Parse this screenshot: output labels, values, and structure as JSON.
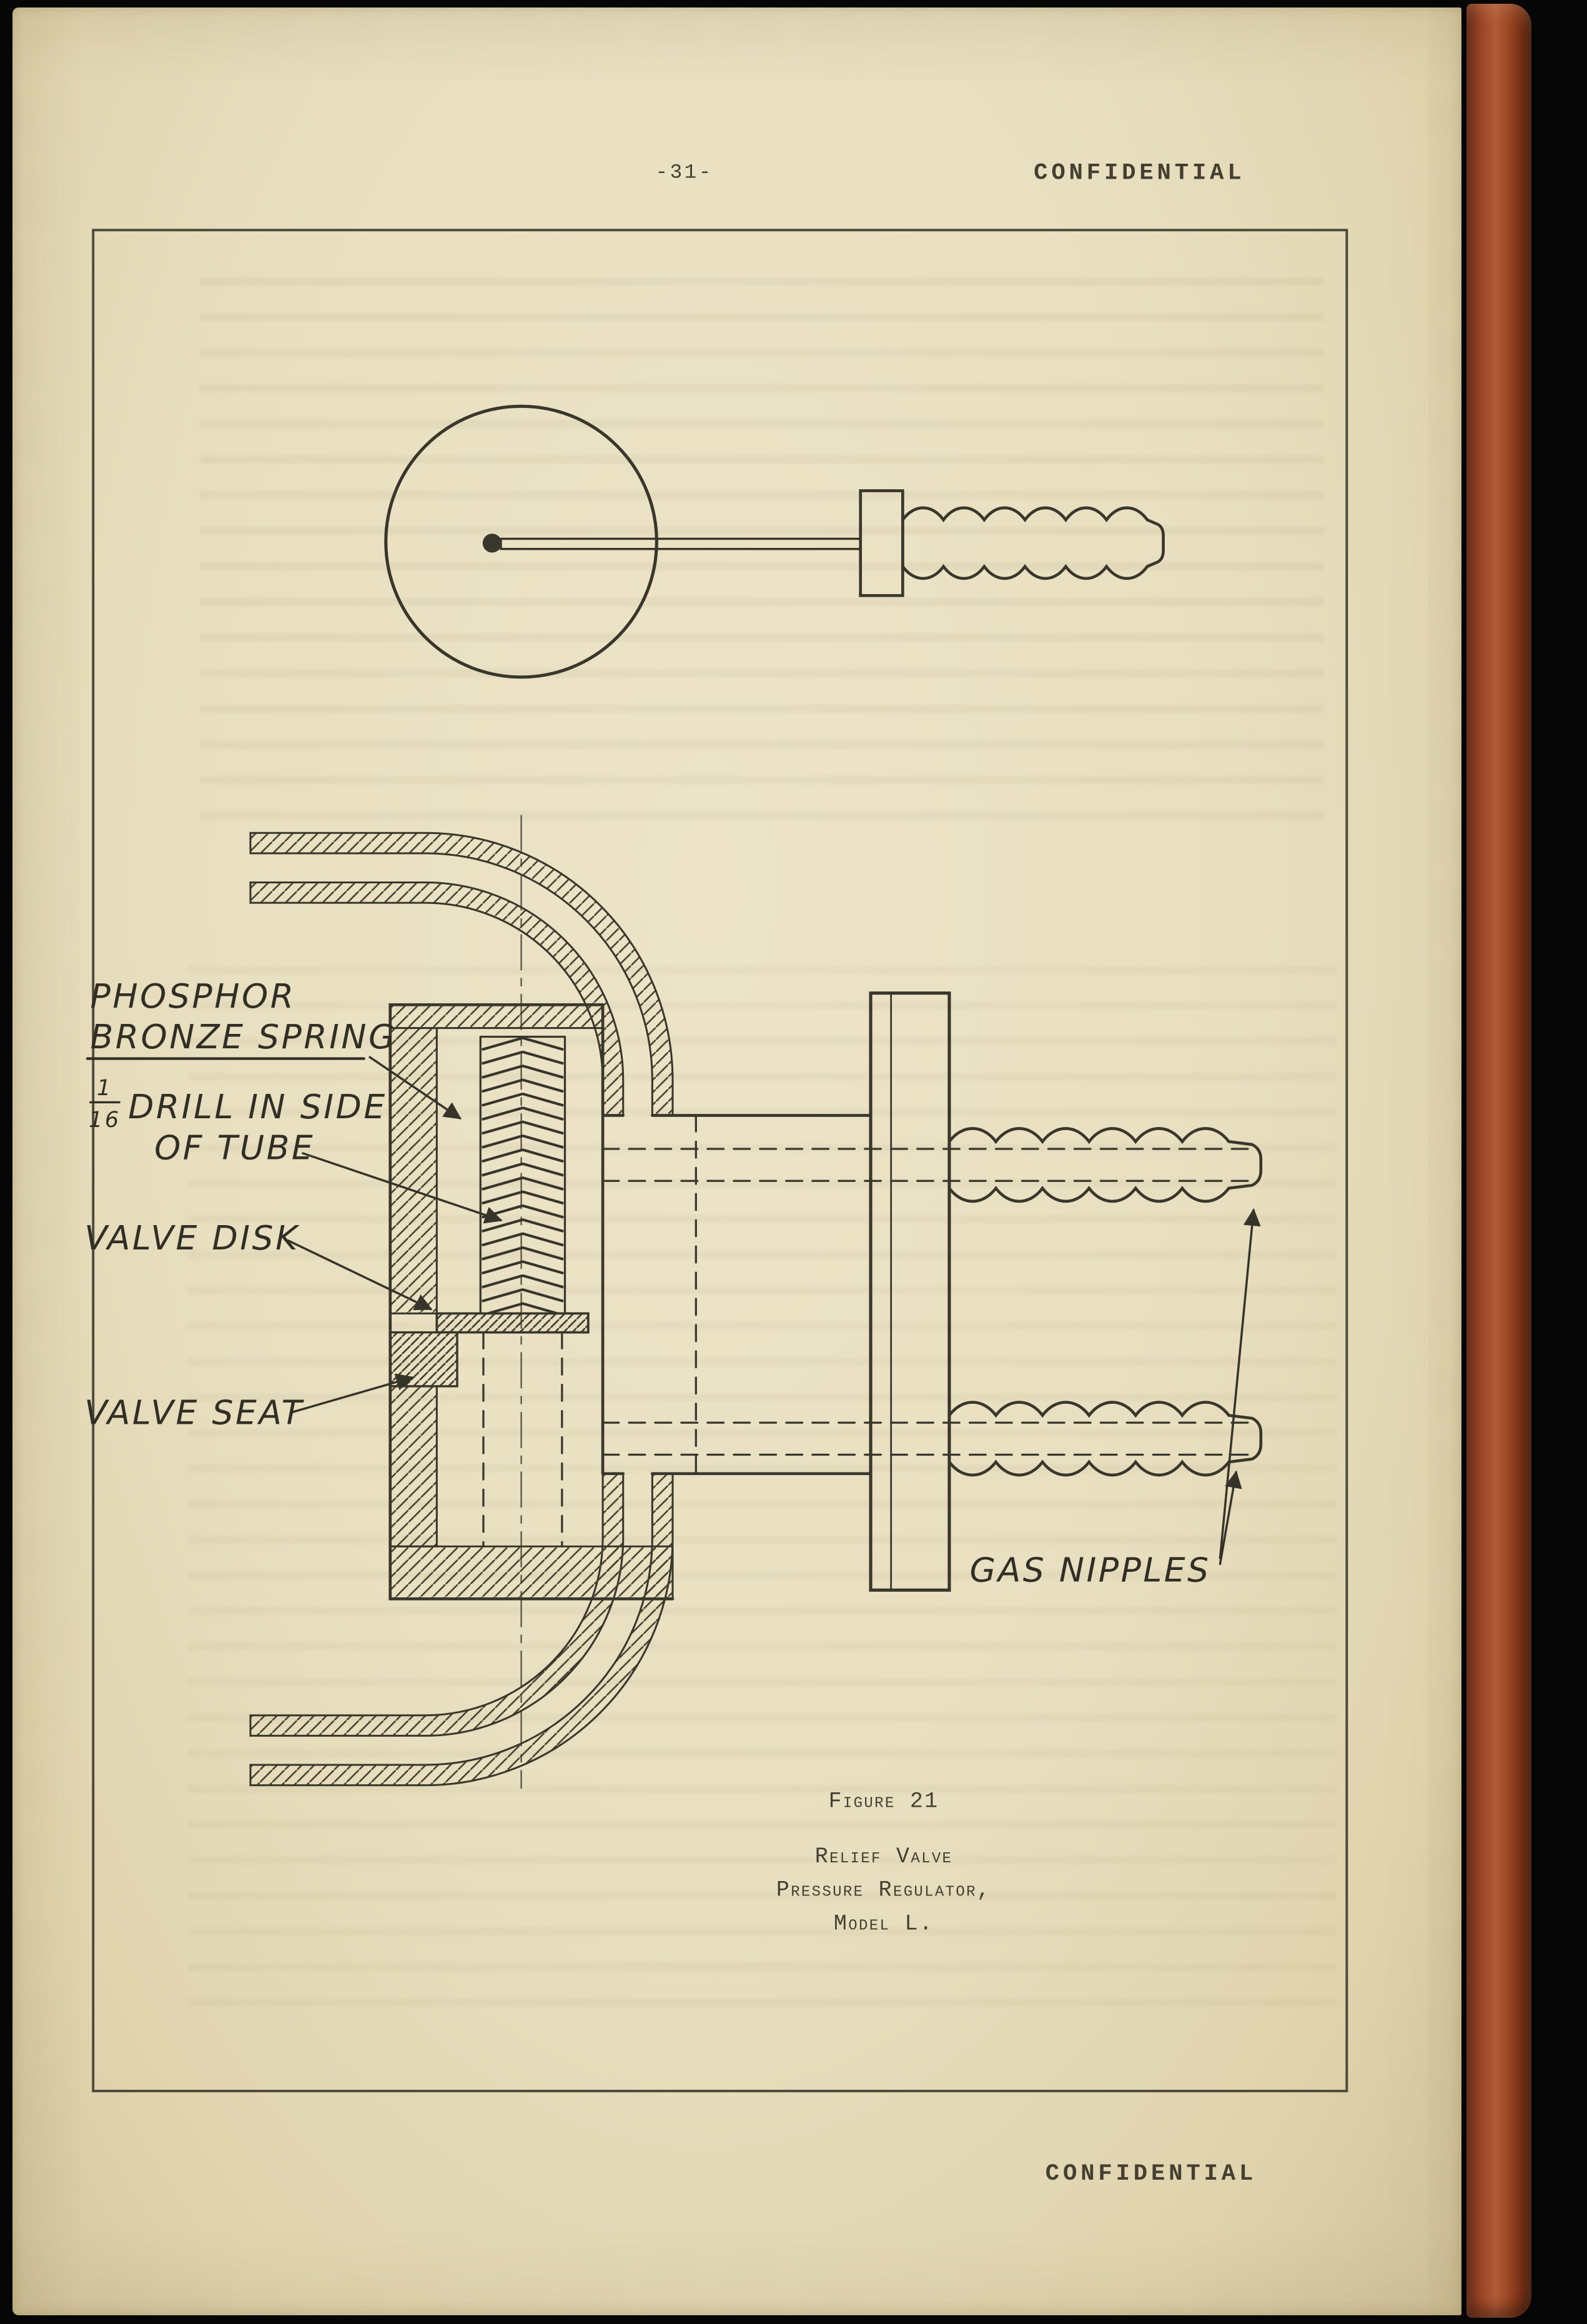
{
  "page": {
    "number": "-31-",
    "confidential_top": "CONFIDENTIAL",
    "confidential_bottom": "CONFIDENTIAL"
  },
  "figure": {
    "labels": {
      "spring1": "PHOSPHOR",
      "spring2": "BRONZE SPRING",
      "drill_numerator": "1",
      "drill_denominator": "16",
      "drill1": "DRILL IN SIDE",
      "drill2": "OF TUBE",
      "disk": "VALVE DISK",
      "seat": "VALVE SEAT",
      "nipples": "GAS NIPPLES"
    },
    "caption": {
      "number": "Figure 21",
      "line1": "Relief Valve",
      "line2": "Pressure Regulator,",
      "line3": "Model L."
    }
  },
  "colors": {
    "paper": "#e8dfc0",
    "spine": "#a24b2a",
    "ink": "#39362b"
  }
}
